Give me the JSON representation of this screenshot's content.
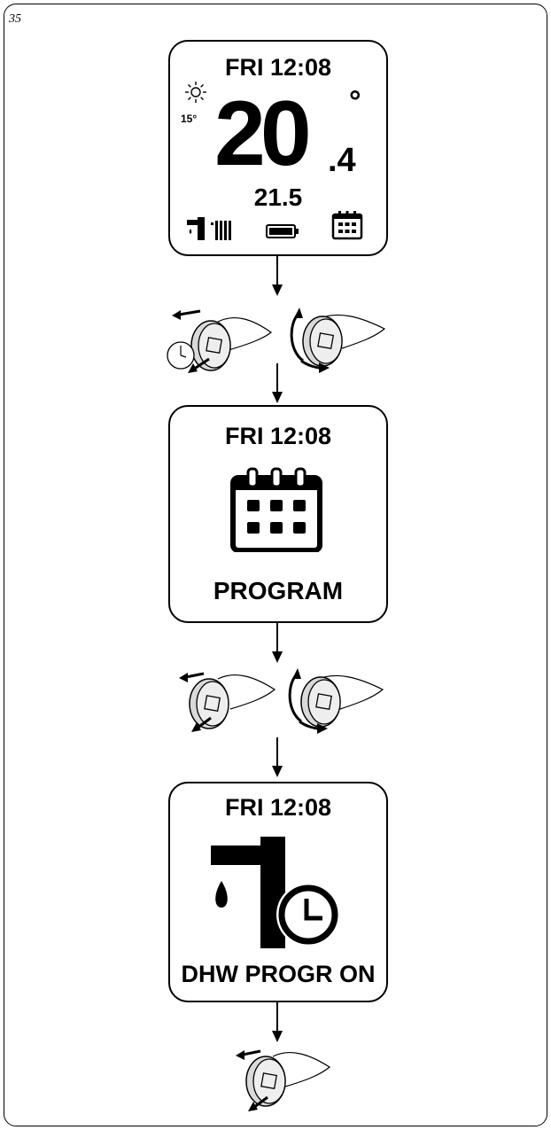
{
  "figure_number": "35",
  "screen1": {
    "time": "FRI 12:08",
    "outside_temp": "15°",
    "main_temp_int": "20",
    "main_temp_dec": ".4",
    "degree_symbol": "°",
    "set_temp": "21.5",
    "icons": [
      "sun-icon",
      "tap-icon",
      "radiator-icon",
      "battery-icon",
      "calendar-icon"
    ]
  },
  "screen2": {
    "time": "FRI 12:08",
    "icon": "calendar-icon",
    "label": "PROGRAM"
  },
  "screen3": {
    "time": "FRI 12:08",
    "icon": "tap-clock-icon",
    "label": "DHW PROGR ON"
  },
  "colors": {
    "ink": "#000000",
    "knob_fill": "#d9d9d9"
  }
}
